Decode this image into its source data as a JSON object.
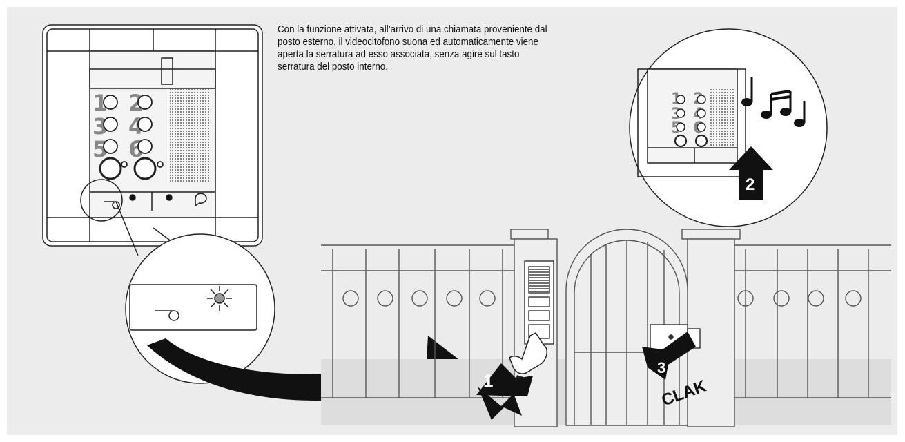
{
  "description": "Con la funzione attivata, all’arrivo di una chiamata proveniente dal posto esterno, il videocitofono suona ed automaticamente viene aperta la serratura ad esso associata, senza agire sul tasto serratura del posto interno.",
  "steps": {
    "one": "1",
    "two": "2",
    "three": "3"
  },
  "sound_word": "CLAK",
  "keypad_numbers": [
    "1",
    "2",
    "3",
    "4",
    "5",
    "6"
  ],
  "colors": {
    "background": "#ececec",
    "stroke": "#222222",
    "gray_digits": "#888888",
    "arrow": "#111111"
  },
  "icons": [
    "key-icon",
    "led-light-icon",
    "speech-icon",
    "music-notes-icon",
    "hand-press-icon"
  ]
}
